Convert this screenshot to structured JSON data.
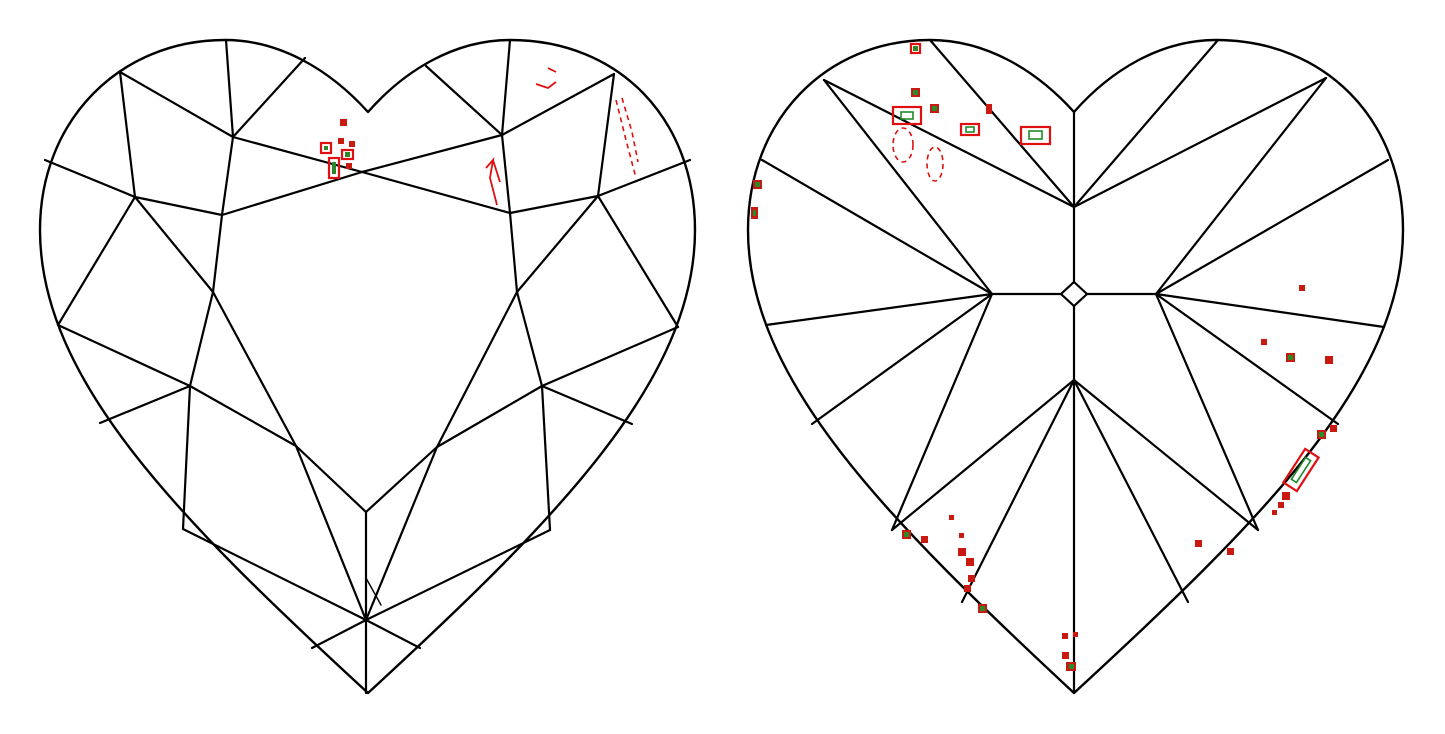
{
  "diagram": {
    "views": [
      {
        "id": "crown",
        "name": "crown-view"
      },
      {
        "id": "pavilion",
        "name": "pavilion-view"
      }
    ],
    "legend_colors": {
      "inclusion_outline": "#e01010",
      "inclusion_fill": "#2a8a2a",
      "facet_line": "#000000"
    },
    "symbols": [
      "pinpoint",
      "crystal",
      "feather",
      "cloud"
    ]
  }
}
